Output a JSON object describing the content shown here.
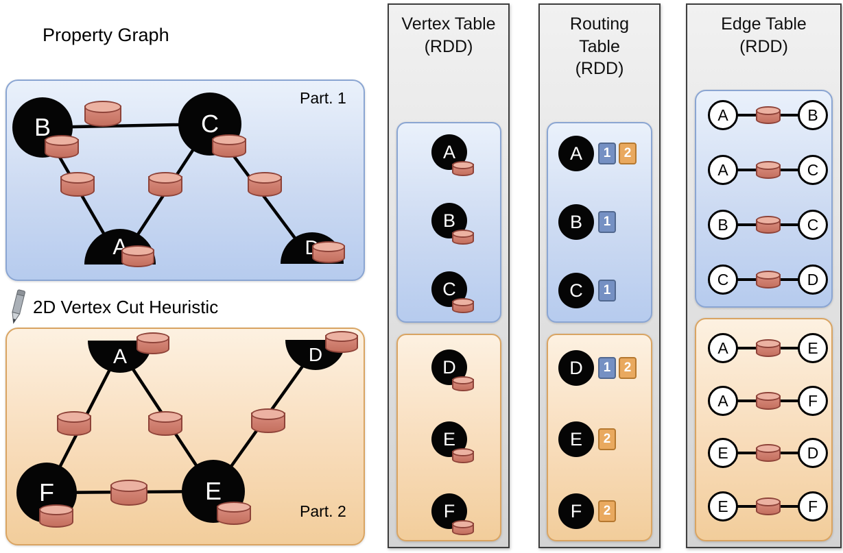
{
  "property_graph": {
    "title": "Property Graph",
    "cut_heuristic_label": "2D Vertex Cut Heuristic",
    "part1": {
      "label": "Part. 1",
      "vertices": [
        "B",
        "C",
        "A",
        "D"
      ],
      "edges": [
        [
          "B",
          "C"
        ],
        [
          "B",
          "A"
        ],
        [
          "A",
          "C"
        ],
        [
          "C",
          "D"
        ]
      ]
    },
    "part2": {
      "label": "Part. 2",
      "vertices": [
        "A",
        "D",
        "F",
        "E"
      ],
      "edges": [
        [
          "A",
          "F"
        ],
        [
          "A",
          "E"
        ],
        [
          "E",
          "D"
        ],
        [
          "F",
          "E"
        ]
      ]
    }
  },
  "vertex_table": {
    "title": [
      "Vertex Table",
      "(RDD)"
    ],
    "part1": [
      "A",
      "B",
      "C"
    ],
    "part2": [
      "D",
      "E",
      "F"
    ]
  },
  "routing_table": {
    "title": [
      "Routing",
      "Table",
      "(RDD)"
    ],
    "part1": [
      {
        "vertex": "A",
        "partitions": [
          "1",
          "2"
        ]
      },
      {
        "vertex": "B",
        "partitions": [
          "1"
        ]
      },
      {
        "vertex": "C",
        "partitions": [
          "1"
        ]
      }
    ],
    "part2": [
      {
        "vertex": "D",
        "partitions": [
          "1",
          "2"
        ]
      },
      {
        "vertex": "E",
        "partitions": [
          "2"
        ]
      },
      {
        "vertex": "F",
        "partitions": [
          "2"
        ]
      }
    ]
  },
  "edge_table": {
    "title": [
      "Edge Table",
      "(RDD)"
    ],
    "part1": [
      {
        "src": "A",
        "dst": "B"
      },
      {
        "src": "A",
        "dst": "C"
      },
      {
        "src": "B",
        "dst": "C"
      },
      {
        "src": "C",
        "dst": "D"
      }
    ],
    "part2": [
      {
        "src": "A",
        "dst": "E"
      },
      {
        "src": "A",
        "dst": "F"
      },
      {
        "src": "E",
        "dst": "D"
      },
      {
        "src": "E",
        "dst": "F"
      }
    ]
  },
  "colors": {
    "partition1_fill": "#ccdaf2",
    "partition1_border": "#8aa5d2",
    "partition2_fill": "#f8dcba",
    "partition2_border": "#d9a462",
    "panel_fill": "#e2e2e2",
    "panel_border": "#3d3d3d",
    "vertex_fill": "#050505",
    "cylinder_fill": "#d2837a",
    "cylinder_border": "#8e4339",
    "badge_partition1": "#7590c3",
    "badge_partition2": "#e9a95f"
  }
}
